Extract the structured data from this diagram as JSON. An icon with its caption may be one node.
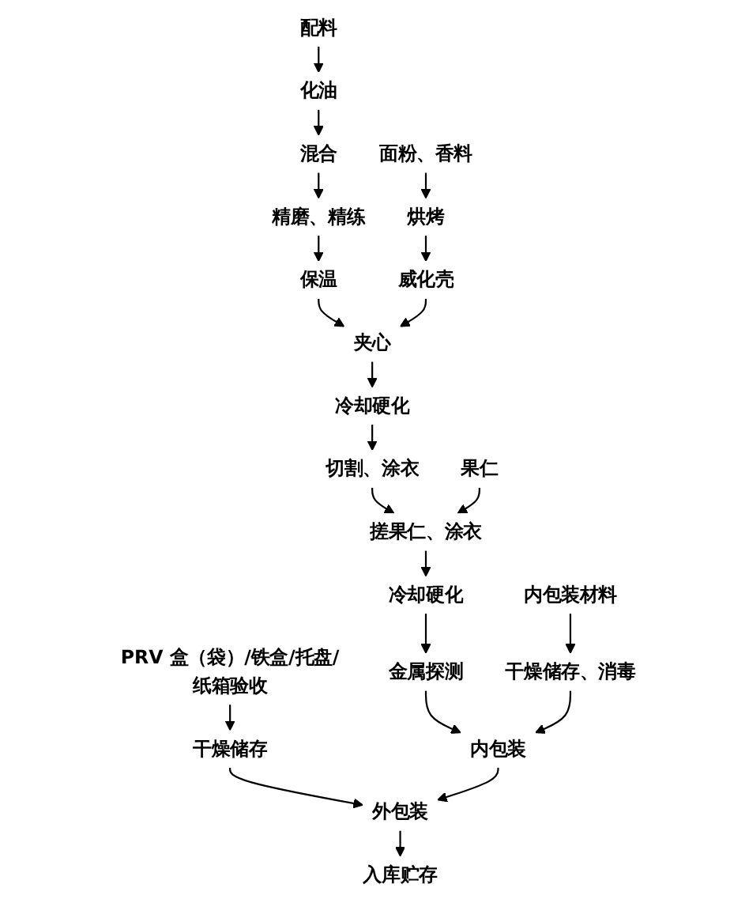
{
  "diagram": {
    "nodes": [
      {
        "text": [
          "配料"
        ]
      },
      {
        "text": [
          "化油"
        ]
      },
      {
        "text": [
          "混合"
        ]
      },
      {
        "text": [
          "精磨、精练"
        ]
      },
      {
        "text": [
          "保温"
        ]
      },
      {
        "text": [
          "面粉、香料"
        ]
      },
      {
        "text": [
          "烘烤"
        ]
      },
      {
        "text": [
          "威化壳"
        ]
      },
      {
        "text": [
          "夹心"
        ]
      },
      {
        "text": [
          "冷却硬化"
        ]
      },
      {
        "text": [
          "切割、涂衣"
        ]
      },
      {
        "text": [
          "果仁"
        ]
      },
      {
        "text": [
          "搓果仁、涂衣"
        ]
      },
      {
        "text": [
          "内包装材料"
        ]
      },
      {
        "text": [
          "冷却硬化"
        ]
      },
      {
        "text": [
          "PRV 盒（袋）/铁盒/托盘/纸箱验收"
        ]
      },
      {
        "text": [
          "金属探测"
        ]
      },
      {
        "text": [
          "干燥储存、消毒"
        ]
      },
      {
        "text": [
          "内包装"
        ]
      },
      {
        "text": [
          "干燥储存"
        ]
      },
      {
        "text": [
          "外包装"
        ]
      },
      {
        "text": [
          "入库贮存"
        ]
      }
    ],
    "edges": [
      {
        "from": 0,
        "to": 1,
        "arrow": "to"
      },
      {
        "from": 1,
        "to": 2,
        "arrow": "to"
      },
      {
        "from": 2,
        "to": 3,
        "arrow": "to"
      },
      {
        "from": 3,
        "to": 4,
        "arrow": "to"
      },
      {
        "from": 4,
        "to": 8,
        "arrow": "to"
      },
      {
        "from": 5,
        "to": 6,
        "arrow": "to"
      },
      {
        "from": 6,
        "to": 7,
        "arrow": "to"
      },
      {
        "from": 7,
        "to": 8,
        "arrow": "to"
      },
      {
        "from": 8,
        "to": 9,
        "arrow": "to"
      },
      {
        "from": 9,
        "to": 10,
        "arrow": "to"
      },
      {
        "from": 10,
        "to": 12,
        "arrow": "to"
      },
      {
        "from": 11,
        "to": 12,
        "arrow": "to"
      },
      {
        "from": 12,
        "to": 14,
        "arrow": "to"
      },
      {
        "from": 14,
        "to": 16,
        "arrow": "to"
      },
      {
        "from": 16,
        "to": 18,
        "arrow": "to"
      },
      {
        "from": 13,
        "to": 17,
        "arrow": "to"
      },
      {
        "from": 17,
        "to": 18,
        "arrow": "to"
      },
      {
        "from": 15,
        "to": 19,
        "arrow": "to"
      },
      {
        "from": 19,
        "to": 20,
        "arrow": "to"
      },
      {
        "from": 18,
        "to": 20,
        "arrow": "to"
      },
      {
        "from": 20,
        "to": 21,
        "arrow": "to"
      }
    ]
  }
}
